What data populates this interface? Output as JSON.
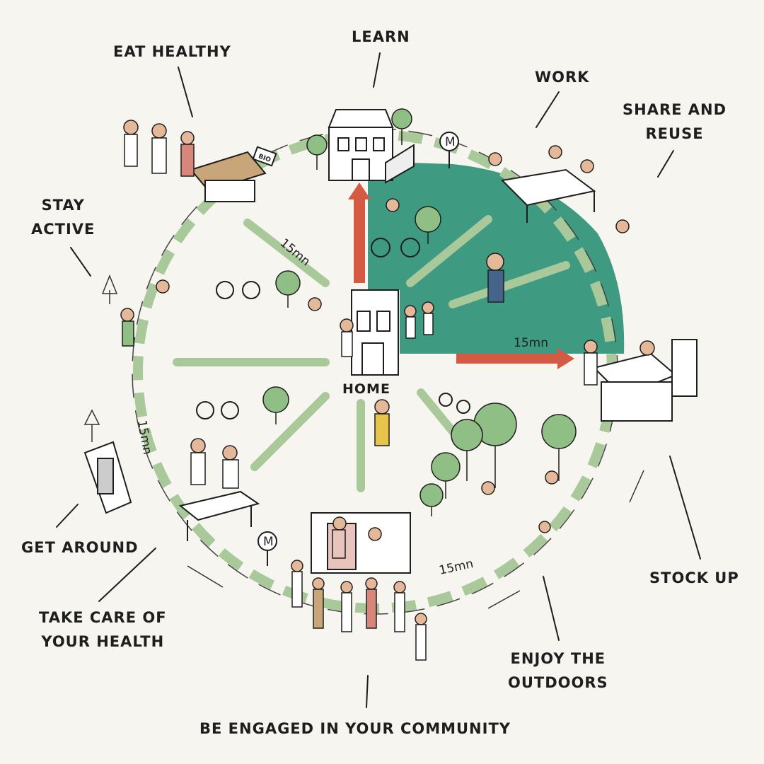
{
  "labels": {
    "learn": "LEARN",
    "eat_healthy": "EAT HEALTHY",
    "work": "WORK",
    "share_reuse_1": "SHARE AND",
    "share_reuse_2": "REUSE",
    "stay_active_1": "STAY",
    "stay_active_2": "ACTIVE",
    "get_around": "GET AROUND",
    "take_care_1": "TAKE CARE OF",
    "take_care_2": "YOUR HEALTH",
    "stock_up": "STOCK UP",
    "enjoy_1": "ENJOY THE",
    "enjoy_2": "OUTDOORS",
    "community": "BE ENGAGED IN YOUR COMMUNITY"
  },
  "center": {
    "home": "HOME"
  },
  "time_markers": [
    "15mn",
    "15mn",
    "15mn",
    "15mn"
  ],
  "signs": {
    "metro": "M",
    "market": "BIO"
  },
  "colors": {
    "park_green": "#3f9a82",
    "path_green": "#a9c99a",
    "arrow_red": "#d45a43",
    "ink": "#1e1e1e"
  }
}
